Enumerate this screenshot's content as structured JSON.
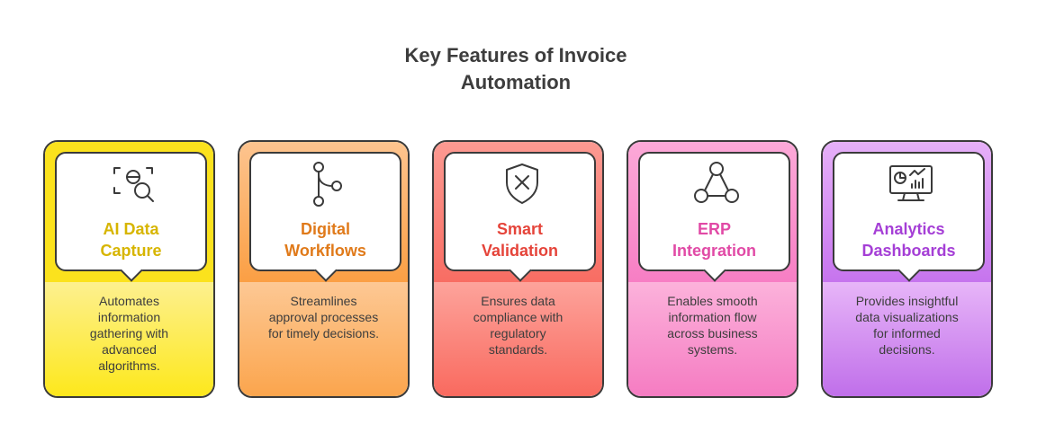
{
  "title": {
    "line1": "Key Features of Invoice",
    "line2": "Automation"
  },
  "features": [
    {
      "icon": "ai-scan-search-icon",
      "label_line1": "AI Data",
      "label_line2": "Capture",
      "desc_lines": [
        "Automates",
        "information",
        "gathering with",
        "advanced",
        "algorithms."
      ],
      "accent": "#d7b500"
    },
    {
      "icon": "git-branch-icon",
      "label_line1": "Digital",
      "label_line2": "Workflows",
      "desc_lines": [
        "Streamlines",
        "approval processes",
        "for timely decisions."
      ],
      "accent": "#e07a1a"
    },
    {
      "icon": "shield-x-icon",
      "label_line1": "Smart",
      "label_line2": "Validation",
      "desc_lines": [
        "Ensures data",
        "compliance with",
        "regulatory",
        "standards."
      ],
      "accent": "#e5443a"
    },
    {
      "icon": "network-nodes-icon",
      "label_line1": "ERP",
      "label_line2": "Integration",
      "desc_lines": [
        "Enables smooth",
        "information flow",
        "across business",
        "systems."
      ],
      "accent": "#e14aa6"
    },
    {
      "icon": "analytics-monitor-icon",
      "label_line1": "Analytics",
      "label_line2": "Dashboards",
      "desc_lines": [
        "Provides insightful",
        "data visualizations",
        "for informed",
        "decisions."
      ],
      "accent": "#a53fd6"
    }
  ]
}
